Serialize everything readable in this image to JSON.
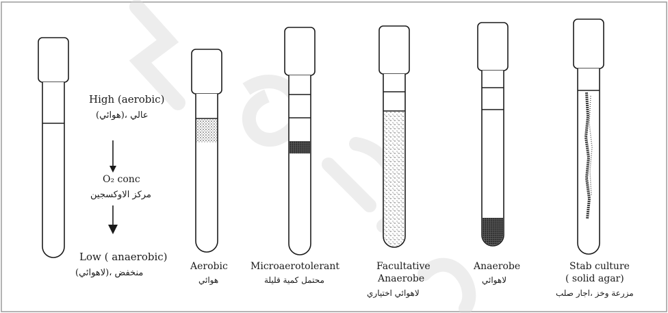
{
  "diagram": {
    "colors": {
      "ink": "#1a1a1a",
      "frame": "#9a9a9a",
      "watermark": "#cfcfcf",
      "growth": "#3a3a3a"
    },
    "gradient_label": {
      "high": "High (aerobic)",
      "high_ar": "(هوائي)، عالي",
      "o2": "O₂ conc",
      "o2_ar": "مركز الاوكسجين",
      "low": "Low ( anaerobic)",
      "low_ar": "(لاهوائي)، منخفض"
    },
    "tubes": [
      {
        "label": "Aerobic",
        "label_ar": "هوائي",
        "growth": "top band"
      },
      {
        "label": "Microaerotolerant",
        "label_ar": "محتمل كمية قليلة",
        "growth": "band below surface"
      },
      {
        "label": "Facultative",
        "label2": "Anaerobe",
        "label_ar": "لاهوائي اختياري",
        "growth": "throughout"
      },
      {
        "label": "Anaerobe",
        "label_ar": "لاهوائي",
        "growth": "bottom"
      },
      {
        "label": "Stab culture",
        "label2": "( solid agar)",
        "label_ar": "مزرعة وخز ،اجار صلب",
        "growth": "along stab line"
      }
    ]
  }
}
